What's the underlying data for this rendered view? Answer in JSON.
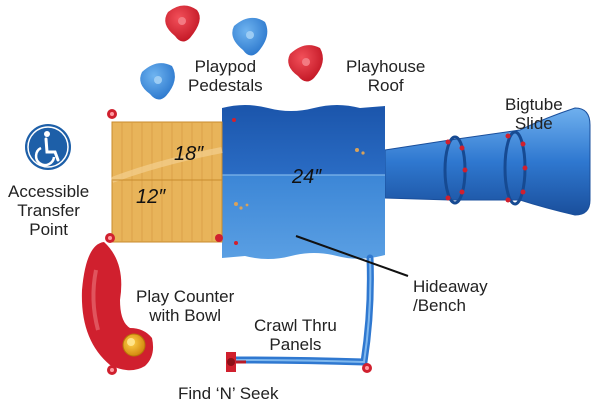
{
  "labels": {
    "playpod_pedestals": [
      "Playpod",
      "Pedestals"
    ],
    "playhouse_roof": [
      "Playhouse",
      "Roof"
    ],
    "bigtube_slide": [
      "Bigtube",
      "Slide"
    ],
    "accessible_transfer_point": [
      "Accessible",
      "Transfer",
      "Point"
    ],
    "hideaway_bench": [
      "Hideaway",
      "/Bench"
    ],
    "play_counter_with_bowl": [
      "Play Counter",
      "with Bowl"
    ],
    "crawl_thru_panels": [
      "Crawl Thru",
      "Panels"
    ],
    "find_n_seek": "Find ‘N’ Seek"
  },
  "measurements": {
    "deck_upper": "18″",
    "deck_lower": "12″",
    "roof_height": "24″"
  },
  "colors": {
    "red": "#d0202e",
    "blue_light": "#4a90d9",
    "blue_dark": "#1a58b0",
    "deck": "#e8b45a",
    "accessibility_icon_bg": "#1d5fa8"
  },
  "icons": [
    "wheelchair-icon"
  ]
}
